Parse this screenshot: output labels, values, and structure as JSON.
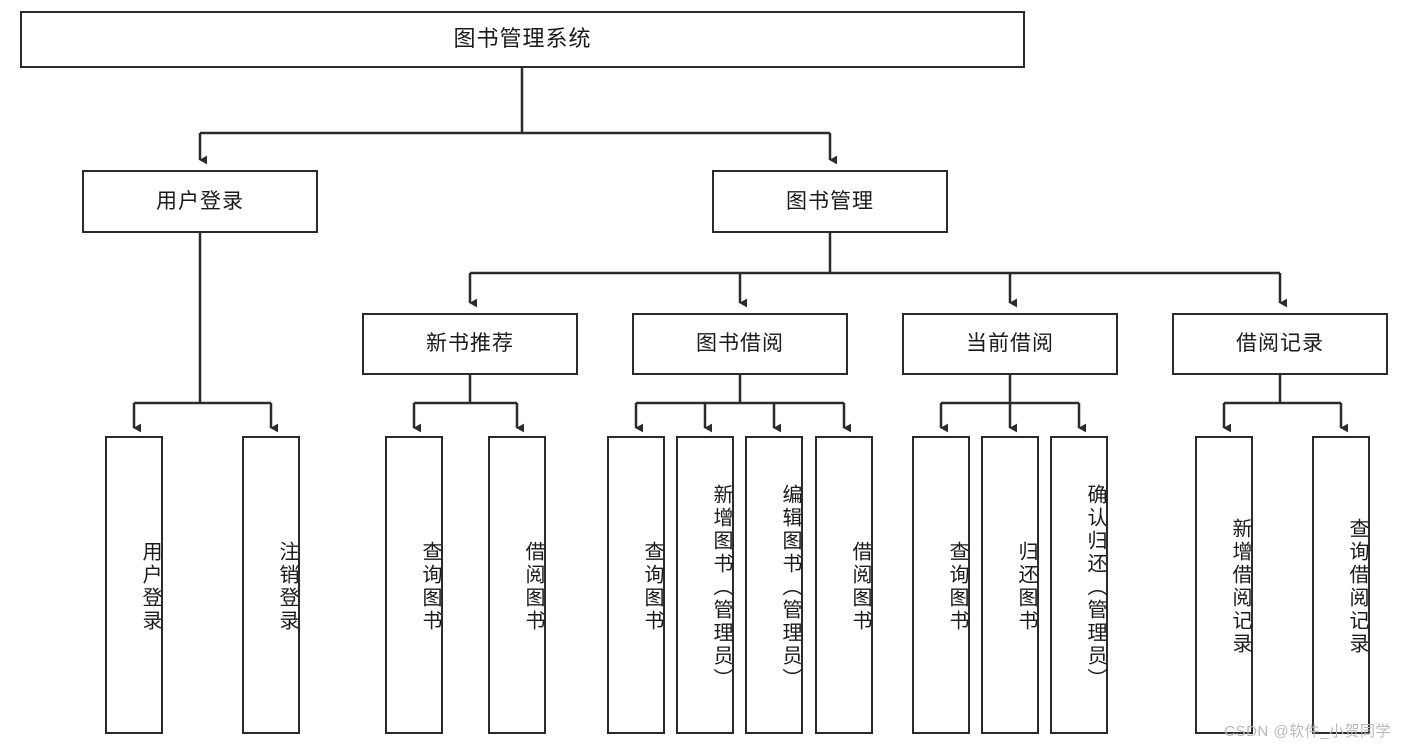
{
  "diagram": {
    "title_box": {
      "label": "图书管理系统"
    },
    "level2": [
      {
        "id": "user-login",
        "label": "用户登录"
      },
      {
        "id": "book-management",
        "label": "图书管理"
      }
    ],
    "level3": [
      {
        "id": "new-book-recommend",
        "label": "新书推荐"
      },
      {
        "id": "book-borrow",
        "label": "图书借阅"
      },
      {
        "id": "current-borrow",
        "label": "当前借阅"
      },
      {
        "id": "borrow-record",
        "label": "借阅记录"
      }
    ],
    "leaves": {
      "user_login": [
        {
          "id": "leaf-user-login",
          "label": "用户登录"
        },
        {
          "id": "leaf-logout-login",
          "label": "注销登录"
        }
      ],
      "new_book_recommend": [
        {
          "id": "leaf-query-book-1",
          "label": "查询图书"
        },
        {
          "id": "leaf-borrow-book-1",
          "label": "借阅图书"
        }
      ],
      "book_borrow": [
        {
          "id": "leaf-query-book-2",
          "label": "查询图书"
        },
        {
          "id": "leaf-add-book",
          "label": "新增图书（管理员）"
        },
        {
          "id": "leaf-edit-book",
          "label": "编辑图书（管理员）"
        },
        {
          "id": "leaf-borrow-book-2",
          "label": "借阅图书"
        }
      ],
      "current_borrow": [
        {
          "id": "leaf-query-book-3",
          "label": "查询图书"
        },
        {
          "id": "leaf-return-book",
          "label": "归还图书"
        },
        {
          "id": "leaf-confirm-return",
          "label": "确认归还（管理员）"
        }
      ],
      "borrow_record": [
        {
          "id": "leaf-add-record",
          "label": "新增借阅记录"
        },
        {
          "id": "leaf-query-record",
          "label": "查询借阅记录"
        }
      ]
    }
  },
  "watermark": {
    "text": "CSDN @软件_小贺同学"
  },
  "colors": {
    "stroke": "#2b2b2b",
    "background": "#ffffff",
    "text": "#1a1a1a",
    "watermark": "#b9b9b9"
  }
}
